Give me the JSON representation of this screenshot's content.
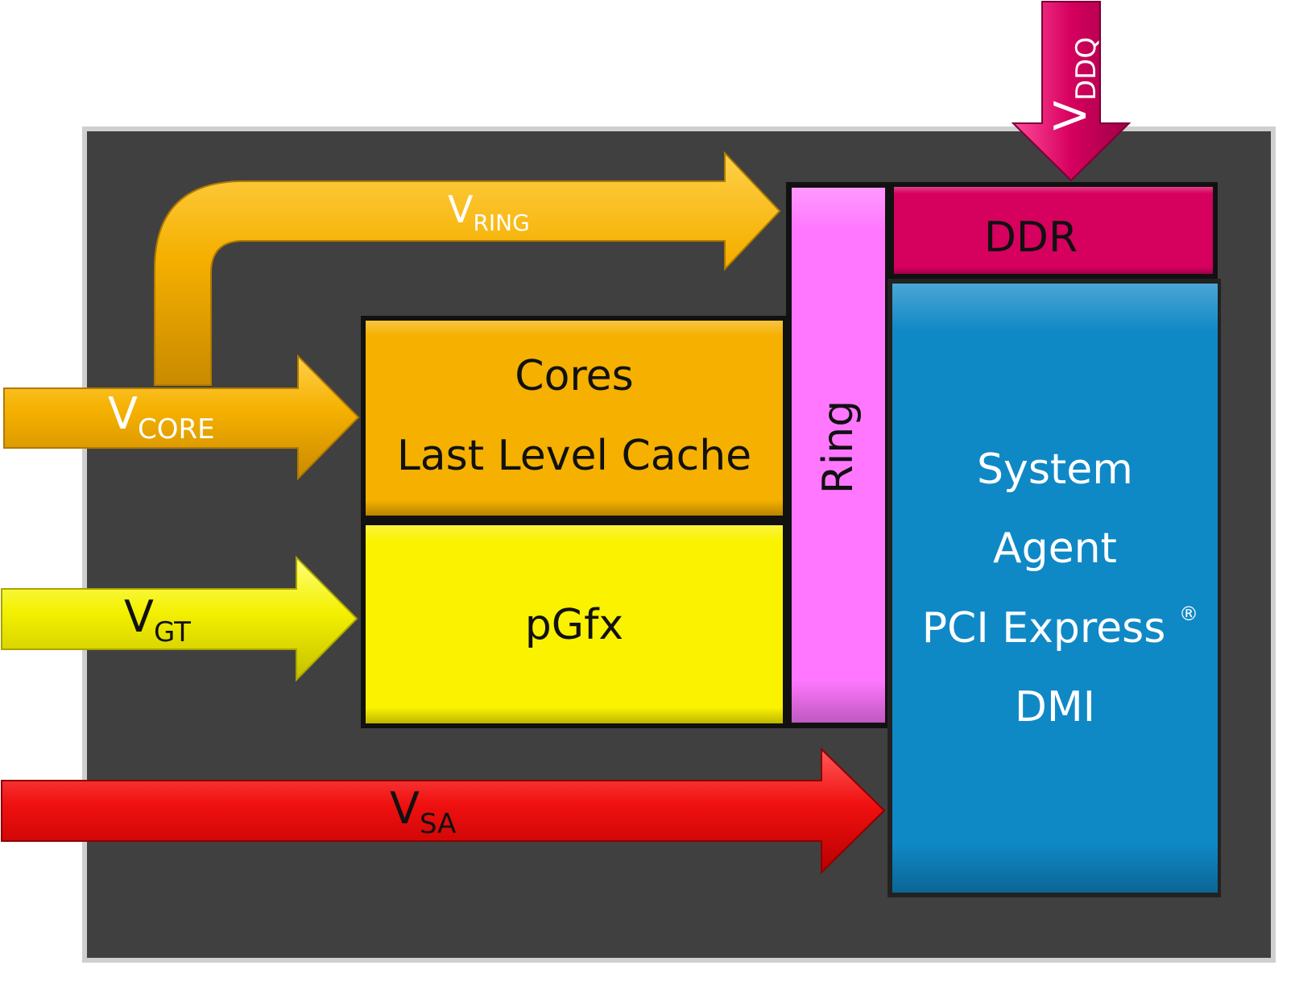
{
  "blocks": {
    "cores_line1": "Cores",
    "cores_line2": "Last Level Cache",
    "pgfx": "pGfx",
    "ring": "Ring",
    "ddr": "DDR",
    "sa_line1": "System",
    "sa_line2": "Agent",
    "sa_line3": "PCI Express",
    "sa_line3_mark": "®",
    "sa_line4": "DMI"
  },
  "rails": {
    "vring": {
      "main": "V",
      "sub": "RING"
    },
    "vcore": {
      "main": "V",
      "sub": "CORE"
    },
    "vgt": {
      "main": "V",
      "sub": "GT"
    },
    "vsa": {
      "main": "V",
      "sub": "SA"
    },
    "vddq": {
      "main": "V",
      "sub": "DDQ"
    }
  },
  "colors": {
    "die": "#404040",
    "cores": "#f5b000",
    "pgfx": "#fbf200",
    "ring": "#ff77ff",
    "ddr": "#d6005e",
    "system_agent": "#0f88c6",
    "vcore_arrow": "#f5b000",
    "vgt_arrow": "#f3f000",
    "vsa_arrow": "#f01010",
    "vddq_arrow": "#d6005e"
  }
}
